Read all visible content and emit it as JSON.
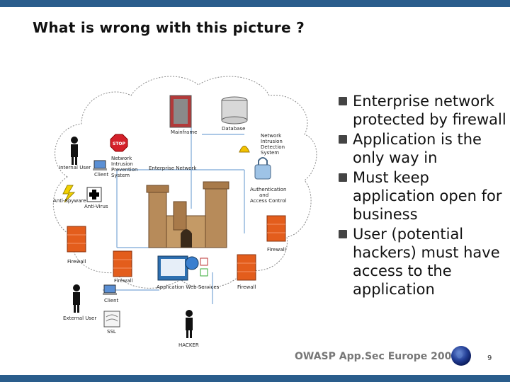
{
  "title": "What is wrong with this picture ?",
  "bullets": [
    {
      "text": "Enterprise network protected by firewall"
    },
    {
      "text": "Application is the only way in"
    },
    {
      "text": "Must keep application open for business"
    },
    {
      "text": "User (potential hackers) must have access to the application"
    }
  ],
  "diagram": {
    "labels": {
      "mainframe": "Mainframe",
      "database": "Database",
      "nids_right_1": "Network",
      "nids_right_2": "Intrusion",
      "nids_right_3": "Detection",
      "nids_right_4": "System",
      "internal_user": "Internal User",
      "client_top": "Client",
      "nips_1": "Network",
      "nips_2": "Intrusion",
      "nips_3": "Prevention",
      "nips_4": "System",
      "enterprise_network": "Enterprise Network",
      "auth_1": "Authentication",
      "auth_2": "and",
      "auth_3": "Access Control",
      "anti_spyware": "Anti-Spyware",
      "anti_virus": "Anti-Virus",
      "firewall_left": "Firewall",
      "firewall_right": "Firewall",
      "firewall_bottom_center": "Firewall",
      "firewall_bottom_right": "Firewall",
      "app_web_services": "Application Web Services",
      "client_bottom": "Client",
      "external_user": "External User",
      "ssl": "SSL",
      "hacker": "HACKER",
      "stop": "STOP"
    }
  },
  "footer": {
    "text": "OWASP App.Sec Europe 2006",
    "page": "9"
  }
}
